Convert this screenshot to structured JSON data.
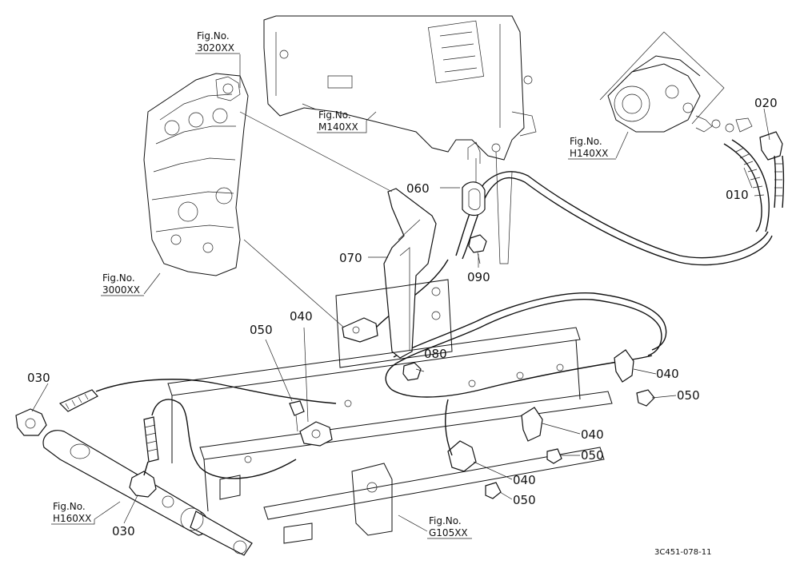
{
  "part_labels": {
    "p010": "010",
    "p020": "020",
    "p030a": "030",
    "p030b": "030",
    "p040a": "040",
    "p040b": "040",
    "p040c": "040",
    "p040d": "040",
    "p050a": "050",
    "p050b": "050",
    "p050c": "050",
    "p050d": "050",
    "p060": "060",
    "p070": "070",
    "p080": "080",
    "p090": "090"
  },
  "figure_refs": {
    "f3020": {
      "top": "Fig.No.",
      "bottom": "3020XX"
    },
    "fM140": {
      "top": "Fig.No.",
      "bottom": "M140XX"
    },
    "fH140": {
      "top": "Fig.No.",
      "bottom": "H140XX"
    },
    "f3000": {
      "top": "Fig.No.",
      "bottom": "3000XX"
    },
    "fH160": {
      "top": "Fig.No.",
      "bottom": "H160XX"
    },
    "fG105": {
      "top": "Fig.No.",
      "bottom": "G105XX"
    }
  },
  "drawing_code": "3C451-078-11"
}
